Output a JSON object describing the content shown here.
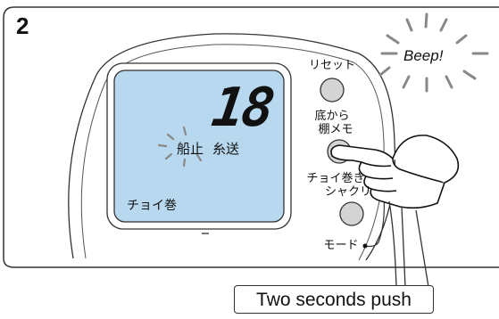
{
  "step_number": "2",
  "sound": {
    "text": "Beep",
    "mark": "!"
  },
  "display": {
    "digits": "18",
    "mode_text": "船止",
    "mode_text_2": "糸送",
    "bottom_left": "チョイ巻"
  },
  "buttons": {
    "reset": "リセット",
    "floor_shelf_line1": "底から",
    "floor_shelf_line2": "棚メモ",
    "choi_line1": "チョイ巻き",
    "choi_line2": "シャクリ",
    "mode": "モード"
  },
  "caption": "Two seconds push",
  "colors": {
    "lcd": "#b8d8ef",
    "button": "#d4d4d4",
    "panel": "#ffffff"
  },
  "icons": [
    "beep-burst-icon",
    "blink-rays-icon",
    "pointing-hand-icon"
  ]
}
